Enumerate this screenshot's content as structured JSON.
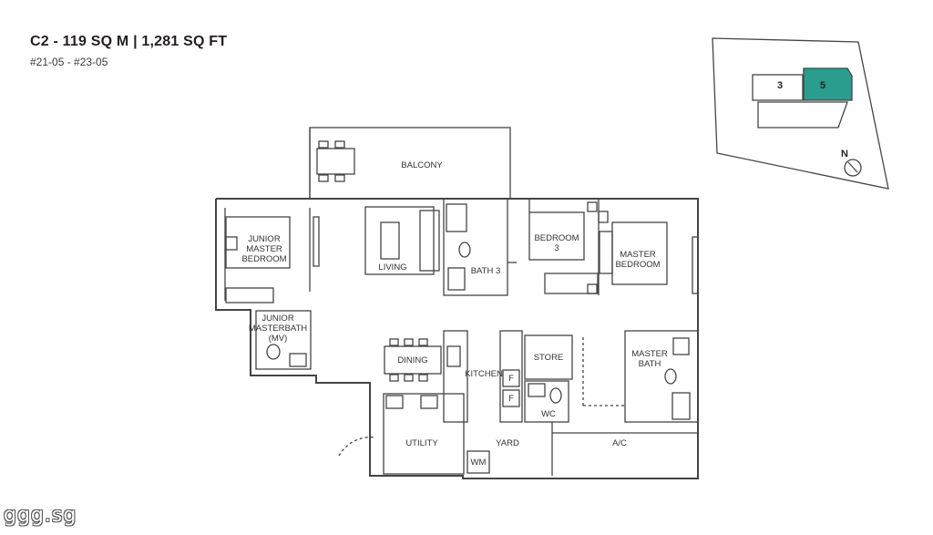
{
  "header": {
    "title": "C2 - 119 SQ M | 1,281 SQ FT",
    "units": "#21-05 - #23-05"
  },
  "rooms": {
    "balcony": "BALCONY",
    "junior_master_bedroom": [
      "JUNIOR",
      "MASTER",
      "BEDROOM"
    ],
    "living": "LIVING",
    "bath3": "BATH 3",
    "bedroom3": [
      "BEDROOM",
      "3"
    ],
    "master_bedroom": [
      "MASTER",
      "BEDROOM"
    ],
    "junior_masterbath": [
      "JUNIOR",
      "MASTERBATH",
      "(MV)"
    ],
    "dining": "DINING",
    "kitchen": "KITCHEN",
    "store": "STORE",
    "master_bath": [
      "MASTER",
      "BATH"
    ],
    "wc": "WC",
    "utility": "UTILITY",
    "yard": "YARD",
    "ac": "A/C",
    "fridge_1": "F",
    "fridge_2": "F",
    "wm": "WM"
  },
  "key_plan": {
    "unit_a": "3",
    "unit_b": "5",
    "north": "N",
    "highlight_color": "#2a9d8f"
  },
  "watermark": "ggg.sg",
  "colors": {
    "line": "#444444",
    "text": "#333333"
  }
}
